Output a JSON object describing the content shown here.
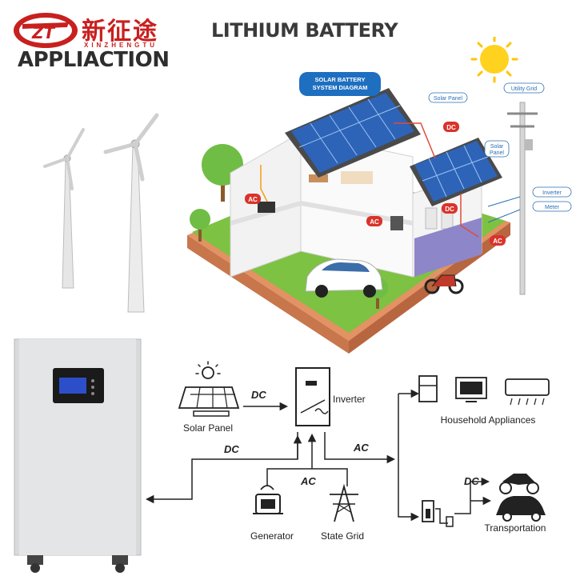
{
  "brand": {
    "chinese_name": "新征途",
    "pinyin": "XINZHENGTU",
    "logo_icon": "zt-logo-icon"
  },
  "header": {
    "title": "LITHIUM BATTERY",
    "subtitle": "APPLIACTION"
  },
  "house_diagram": {
    "title_line1": "SOLAR BATTERY",
    "title_line2": "SYSTEM DIAGRAM",
    "tags": {
      "solar_panel_1": "Solar Panel",
      "solar_panel_2_line1": "Solar",
      "solar_panel_2_line2": "Panel",
      "utility_grid": "Utility Grid",
      "inverter": "Inverter",
      "meter": "Meter",
      "dc_1": "DC",
      "dc_2": "DC",
      "ac_1": "AC",
      "ac_2": "AC",
      "ac_3": "AC"
    }
  },
  "flow_diagram": {
    "nodes": {
      "solar_panel": "Solar Panel",
      "inverter": "Inverter",
      "household": "Household Appliances",
      "generator": "Generator",
      "state_grid": "State Grid",
      "transportation": "Transportation"
    },
    "edges": {
      "panel_to_inverter": "DC",
      "battery_to_inverter": "DC",
      "inverter_to_loads": "AC",
      "sources_to_inverter": "AC",
      "charger_to_vehicles": "DC"
    }
  },
  "colors": {
    "brand_red": "#c8201f",
    "accent_blue": "#2a6fb5",
    "tag_red": "#d9332b"
  }
}
